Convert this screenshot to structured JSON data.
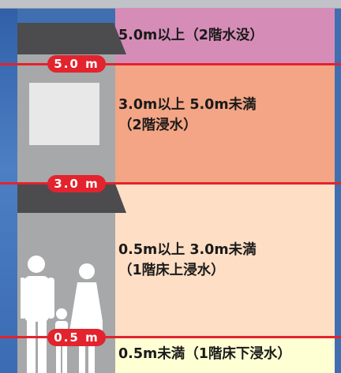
{
  "levels": [
    {
      "marker": "5.0 m",
      "line1": "5.0m以上（2階水没）",
      "line2": ""
    },
    {
      "marker": "3.0 m",
      "line1": "3.0m以上 5.0m未満",
      "line2": "（2階浸水）"
    },
    {
      "marker": "0.5 m",
      "line1": "0.5m以上 3.0m未満",
      "line2": "（1階床上浸水）"
    },
    {
      "marker": "",
      "line1": "0.5m未満（1階床下浸水）",
      "line2": ""
    }
  ],
  "colors": {
    "over_5m": "#d58db8",
    "from_3_to_5m": "#f4a585",
    "from_05_to_3m": "#fedec5",
    "under_05m": "#ffffd4",
    "marker_red": "#e3232d"
  }
}
